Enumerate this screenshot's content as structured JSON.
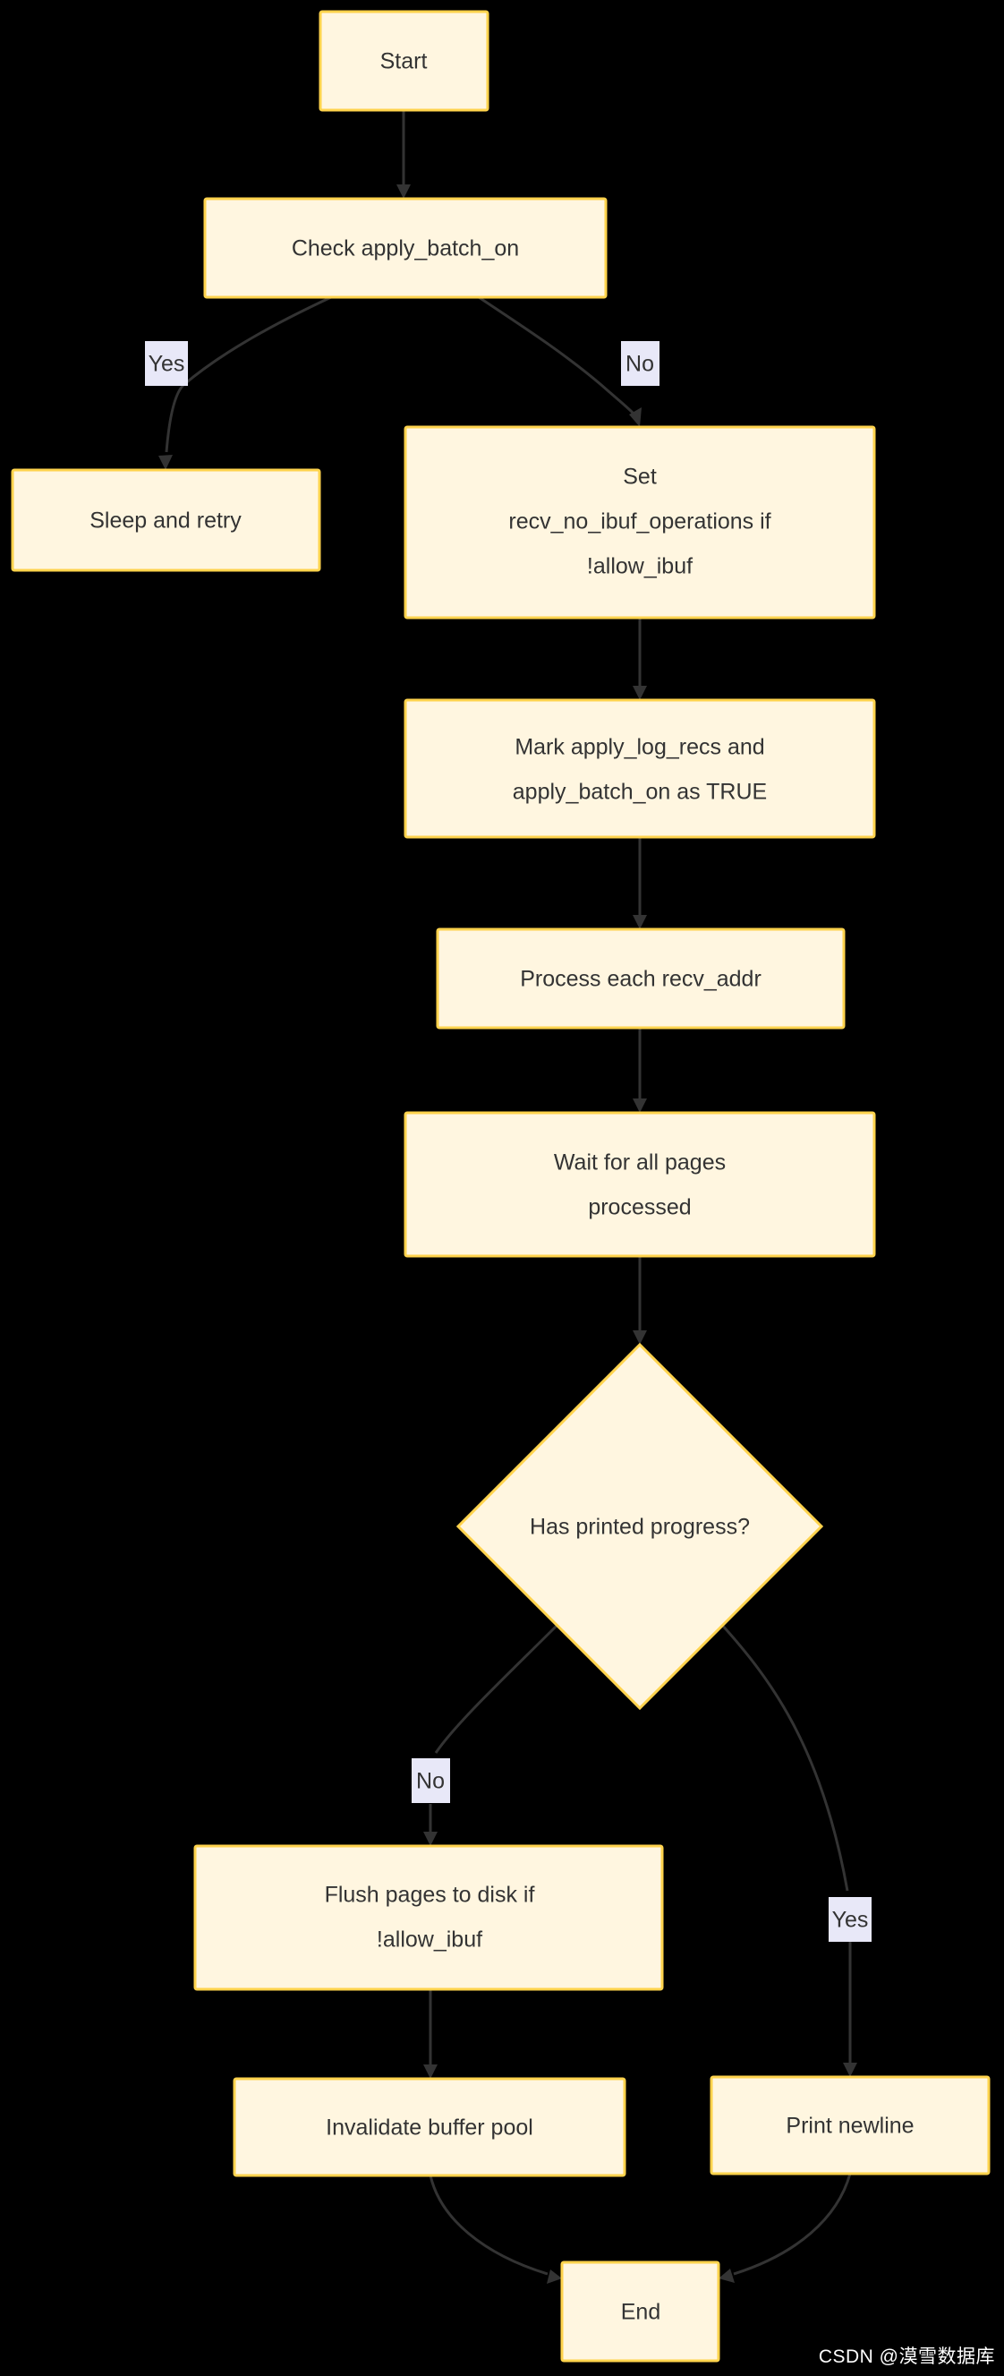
{
  "diagram": {
    "type": "flowchart",
    "direction": "top-down",
    "background_color": "#000000",
    "node_fill": "#fff6e0",
    "node_border": "#ffd34d",
    "text_color": "#333333",
    "edge_color": "#333333",
    "edge_label_bg": "#e8e8f8",
    "nodes": [
      {
        "id": "start",
        "shape": "rect",
        "label": "Start",
        "lines": [
          "Start"
        ]
      },
      {
        "id": "check",
        "shape": "rect",
        "label": "Check apply_batch_on",
        "lines": [
          "Check apply_batch_on"
        ]
      },
      {
        "id": "sleep",
        "shape": "rect",
        "label": "Sleep and retry",
        "lines": [
          "Sleep and retry"
        ]
      },
      {
        "id": "setrecv",
        "shape": "rect",
        "label": "Set recv_no_ibuf_operations if !allow_ibuf",
        "lines": [
          "Set",
          "recv_no_ibuf_operations if",
          "!allow_ibuf"
        ]
      },
      {
        "id": "mark",
        "shape": "rect",
        "label": "Mark apply_log_recs and apply_batch_on as TRUE",
        "lines": [
          "Mark apply_log_recs and",
          "apply_batch_on as TRUE"
        ]
      },
      {
        "id": "process",
        "shape": "rect",
        "label": "Process each recv_addr",
        "lines": [
          "Process each recv_addr"
        ]
      },
      {
        "id": "wait",
        "shape": "rect",
        "label": "Wait for all pages processed",
        "lines": [
          "Wait for all pages",
          "processed"
        ]
      },
      {
        "id": "hasprinted",
        "shape": "diamond",
        "label": "Has printed progress?",
        "lines": [
          "Has printed progress?"
        ]
      },
      {
        "id": "flush",
        "shape": "rect",
        "label": "Flush pages to disk if !allow_ibuf",
        "lines": [
          "Flush pages to disk if",
          "!allow_ibuf"
        ]
      },
      {
        "id": "invalidate",
        "shape": "rect",
        "label": "Invalidate buffer pool",
        "lines": [
          "Invalidate buffer pool"
        ]
      },
      {
        "id": "printnl",
        "shape": "rect",
        "label": "Print newline",
        "lines": [
          "Print newline"
        ]
      },
      {
        "id": "end",
        "shape": "rect",
        "label": "End",
        "lines": [
          "End"
        ]
      }
    ],
    "edges": [
      {
        "from": "start",
        "to": "check",
        "label": ""
      },
      {
        "from": "check",
        "to": "sleep",
        "label": "Yes"
      },
      {
        "from": "check",
        "to": "setrecv",
        "label": "No"
      },
      {
        "from": "setrecv",
        "to": "mark",
        "label": ""
      },
      {
        "from": "mark",
        "to": "process",
        "label": ""
      },
      {
        "from": "process",
        "to": "wait",
        "label": ""
      },
      {
        "from": "wait",
        "to": "hasprinted",
        "label": ""
      },
      {
        "from": "hasprinted",
        "to": "flush",
        "label": "No"
      },
      {
        "from": "hasprinted",
        "to": "printnl",
        "label": "Yes"
      },
      {
        "from": "flush",
        "to": "invalidate",
        "label": ""
      },
      {
        "from": "invalidate",
        "to": "end",
        "label": ""
      },
      {
        "from": "printnl",
        "to": "end",
        "label": ""
      }
    ],
    "edge_labels": {
      "check_yes": "Yes",
      "check_no": "No",
      "decision_no": "No",
      "decision_yes": "Yes"
    }
  },
  "watermark": {
    "text": "CSDN @漠雪数据库"
  }
}
